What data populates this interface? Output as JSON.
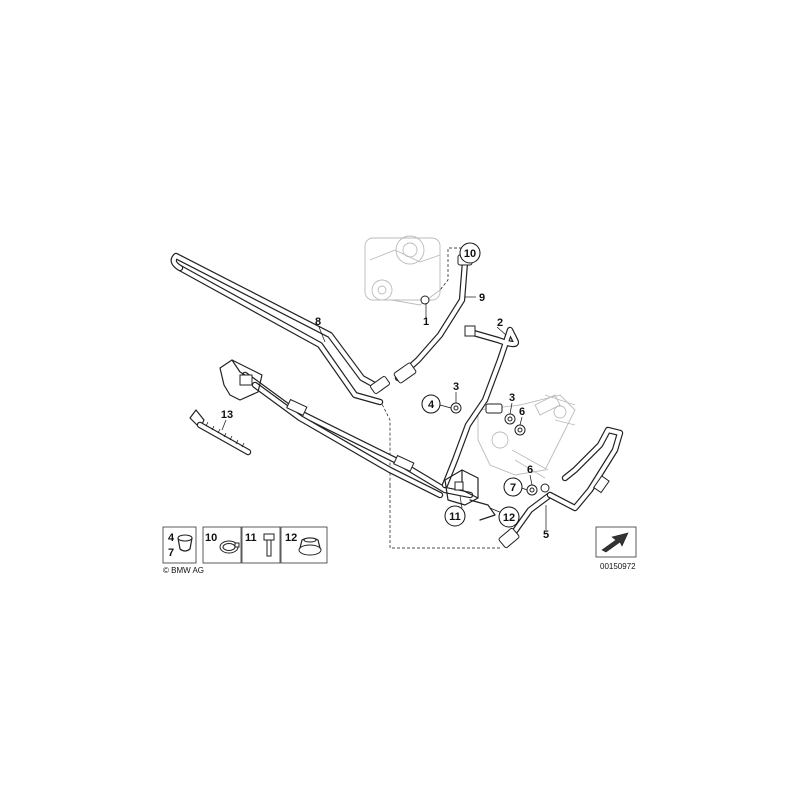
{
  "callouts": [
    {
      "id": "c1",
      "text": "1",
      "circled": false
    },
    {
      "id": "c2",
      "text": "2",
      "circled": false
    },
    {
      "id": "c3a",
      "text": "3",
      "circled": false
    },
    {
      "id": "c3b",
      "text": "3",
      "circled": false
    },
    {
      "id": "c4",
      "text": "4",
      "circled": true
    },
    {
      "id": "c5",
      "text": "5",
      "circled": false
    },
    {
      "id": "c6a",
      "text": "6",
      "circled": false
    },
    {
      "id": "c6b",
      "text": "6",
      "circled": false
    },
    {
      "id": "c7",
      "text": "7",
      "circled": true
    },
    {
      "id": "c8",
      "text": "8",
      "circled": false
    },
    {
      "id": "c9",
      "text": "9",
      "circled": false
    },
    {
      "id": "c10",
      "text": "10",
      "circled": true
    },
    {
      "id": "c11",
      "text": "11",
      "circled": true
    },
    {
      "id": "c12",
      "text": "12",
      "circled": true
    },
    {
      "id": "c13",
      "text": "13",
      "circled": false
    }
  ],
  "legend": {
    "box1_top": "4",
    "box1_bottom": "7",
    "box2": "10",
    "box3": "11",
    "box4": "12"
  },
  "copyright": "© BMW AG",
  "drawing_number": "00150972",
  "colors": {
    "line": "#222222",
    "ghost_component": "#bbbbbb",
    "background": "#ffffff"
  }
}
